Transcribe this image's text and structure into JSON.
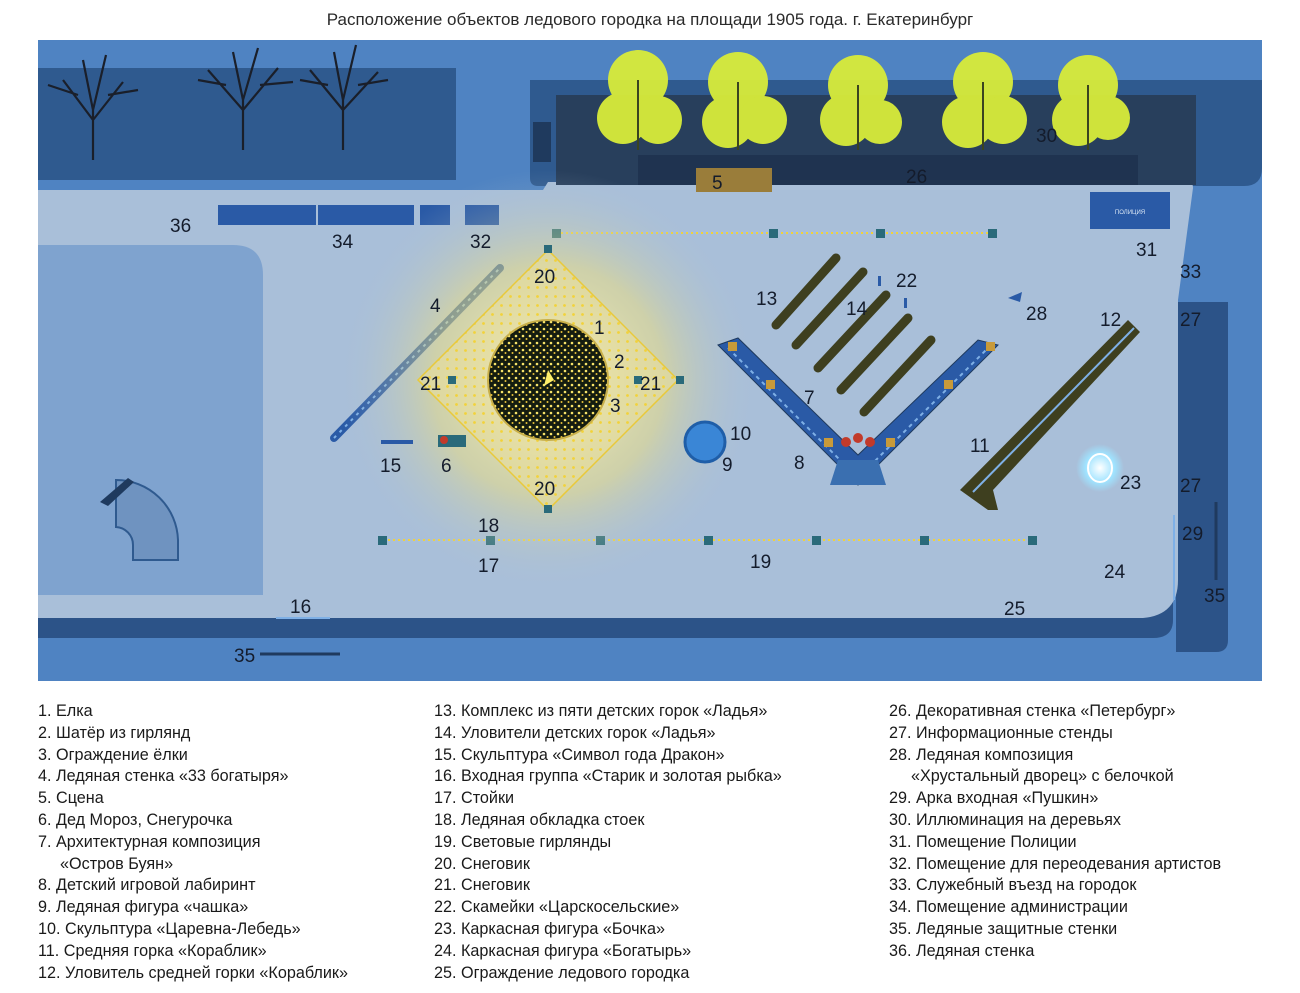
{
  "title": "Расположение объектов ледового городка на площади 1905 года. г. Екатеринбург",
  "map": {
    "police_sign": "ПОЛИЦИЯ",
    "labels": {
      "l1": "1",
      "l2": "2",
      "l3": "3",
      "l4": "4",
      "l5": "5",
      "l6": "6",
      "l7": "7",
      "l8": "8",
      "l9": "9",
      "l10": "10",
      "l11": "11",
      "l12": "12",
      "l13": "13",
      "l14": "14",
      "l15": "15",
      "l16": "16",
      "l17": "17",
      "l18": "18",
      "l19": "19",
      "l20a": "20",
      "l20b": "20",
      "l21a": "21",
      "l21b": "21",
      "l22": "22",
      "l23": "23",
      "l24": "24",
      "l25": "25",
      "l26": "26",
      "l27a": "27",
      "l27b": "27",
      "l28": "28",
      "l29": "29",
      "l30": "30",
      "l31": "31",
      "l32": "32",
      "l33": "33",
      "l34": "34",
      "l35a": "35",
      "l35b": "35",
      "l36": "36"
    },
    "colors": {
      "ground": "#4f83c2",
      "plaza": "#a9bfd9",
      "dark": "#1f3a5e",
      "light": "#f5e25a",
      "foliage": "#d8ec3a"
    }
  },
  "legend": {
    "col1": [
      "1. Елка",
      "2. Шатёр из гирлянд",
      "3. Ограждение ёлки",
      "4. Ледяная стенка «33 богатыря»",
      "5. Сцена",
      "6. Дед Мороз, Снегурочка",
      "7. Архитектурная композиция",
      "«Остров Буян»",
      "8. Детский игровой лабиринт",
      "9. Ледяная фигура «чашка»",
      "10. Скульптура «Царевна-Лебедь»",
      "11. Средняя горка «Кораблик»",
      "12. Уловитель средней горки «Кораблик»"
    ],
    "col2": [
      "13. Комплекс из пяти детских горок «Ладья»",
      "14. Уловители детских горок «Ладья»",
      "15. Скульптура «Символ года Дракон»",
      "16. Входная группа «Старик и золотая рыбка»",
      "17. Стойки",
      "18. Ледяная обкладка стоек",
      "19. Световые гирлянды",
      "20. Снеговик",
      "21. Снеговик",
      "22. Скамейки «Царскосельские»",
      "23. Каркасная фигура «Бочка»",
      "24. Каркасная фигура «Богатырь»",
      "25. Ограждение ледового городка"
    ],
    "col3": [
      "26. Декоративная стенка «Петербург»",
      "27. Информационные стенды",
      "28. Ледяная композиция",
      "«Хрустальный дворец» с белочкой",
      "29. Арка входная «Пушкин»",
      "30. Иллюминация на деревьях",
      "31. Помещение Полиции",
      "32. Помещение для переодевания артистов",
      "33. Служебный въезд на городок",
      "34. Помещение администрации",
      "35. Ледяные защитные стенки",
      "36. Ледяная стенка"
    ]
  }
}
